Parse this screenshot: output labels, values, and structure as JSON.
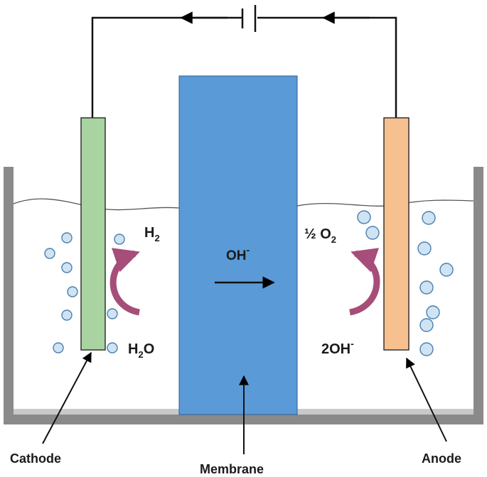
{
  "diagram": {
    "labels": {
      "cathode": "Cathode",
      "membrane": "Membrane",
      "anode": "Anode"
    },
    "species": {
      "h2_main": "H",
      "h2_sub": "2",
      "h2o_main_1": "H",
      "h2o_sub": "2",
      "h2o_main_2": "O",
      "oh_main": "OH",
      "oh_sup": "-",
      "o2_main": "½ O",
      "o2_sub": "2",
      "two_oh_main": "2OH",
      "two_oh_sup": "-"
    },
    "colors": {
      "cathode": "#a9d3a0",
      "anode": "#f6c08f",
      "membrane": "#5a9ad6",
      "reaction_arrow": "#a64d79",
      "bubble_fill": "#cfe3f3",
      "bubble_stroke": "#4a7fb0",
      "tank": "#8a8a8a"
    }
  }
}
